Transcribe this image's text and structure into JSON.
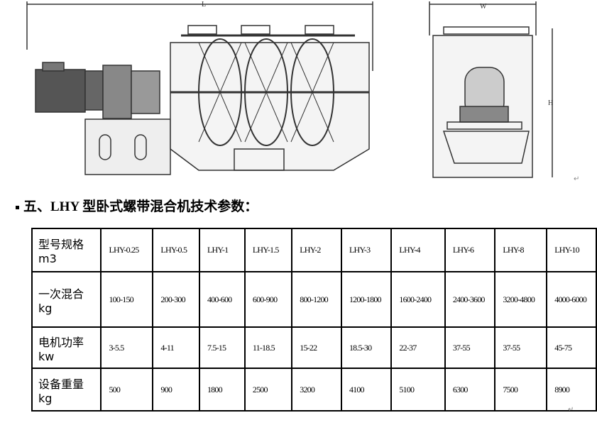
{
  "drawing": {
    "labels": {
      "length": "L",
      "width": "W",
      "height": "H"
    }
  },
  "heading": "五、LHY 型卧式螺带混合机技术参数：",
  "table": {
    "rows": [
      {
        "label": "型号规格 m3",
        "cells": [
          "LHY-0.25",
          "LHY-0.5",
          "LHY-1",
          "LHY-1.5",
          "LHY-2",
          "LHY-3",
          "LHY-4",
          "LHY-6",
          "LHY-8",
          "LHY-10"
        ]
      },
      {
        "label": "一次混合 kg",
        "cells": [
          "100-150",
          "200-300",
          "400-600",
          "600-900",
          "800-1200",
          "1200-1800",
          "1600-2400",
          "2400-3600",
          "3200-4800",
          "4000-6000"
        ]
      },
      {
        "label": "电机功率 kw",
        "cells": [
          "3-5.5",
          "4-11",
          "7.5-15",
          "11-18.5",
          "15-22",
          "18.5-30",
          "22-37",
          "37-55",
          "37-55",
          "45-75"
        ]
      },
      {
        "label": "设备重量 kg",
        "cells": [
          "500",
          "900",
          "1800",
          "2500",
          "3200",
          "4100",
          "5100",
          "6300",
          "7500",
          "8900"
        ]
      }
    ]
  }
}
